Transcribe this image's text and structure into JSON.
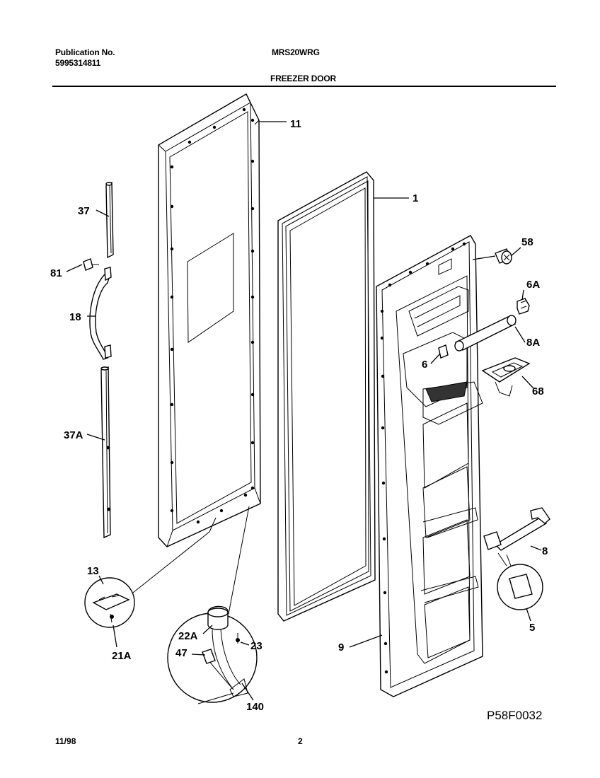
{
  "header": {
    "publication_label": "Publication No.",
    "publication_number": "5995314811",
    "model": "MRS20WRG",
    "section_title": "FREEZER DOOR"
  },
  "callouts": {
    "c11": "11",
    "c1": "1",
    "c58": "58",
    "c6A": "6A",
    "c8A": "8A",
    "c6": "6",
    "c68": "68",
    "c37": "37",
    "c81": "81",
    "c18": "18",
    "c37A": "37A",
    "c8": "8",
    "c5": "5",
    "c13": "13",
    "c21A": "21A",
    "c22A": "22A",
    "c23": "23",
    "c47": "47",
    "c140": "140",
    "c9": "9"
  },
  "footer": {
    "diagram_id": "P58F0032",
    "date": "11/98",
    "page": "2"
  }
}
